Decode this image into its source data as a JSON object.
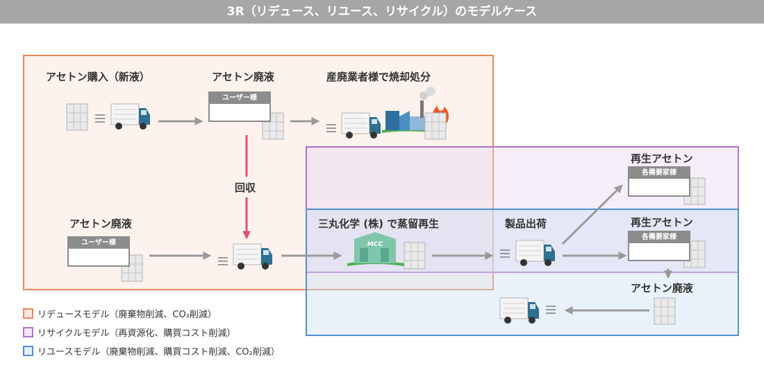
{
  "title": "3R（リデュース、リユース、リサイクル）のモデルケース",
  "labels": {
    "buy": "アセトン購入（新液）",
    "waste_top": "アセトン廃液",
    "incinerate": "産廃業者様で焼却処分",
    "collect": "回収",
    "waste_left": "アセトン廃液",
    "mcc": "三丸化学 (株) で蒸留再生",
    "ship": "製品出荷",
    "regen_top": "再生アセトン",
    "regen_mid": "再生アセトン",
    "waste_right": "アセトン廃液",
    "factory_sign": "MCC"
  },
  "tags": {
    "user_top": "ユーザー様",
    "user_left": "ユーザー様",
    "dealer_top": "各需要家様",
    "dealer_mid": "各需要家様"
  },
  "legend": [
    {
      "text": "リデュースモデル（廃棄物削減、CO₂削減）",
      "color": "#e8865a"
    },
    {
      "text": "リサイクルモデル（再資源化、購買コスト削減）",
      "color": "#b070cc"
    },
    {
      "text": "リユースモデル（廃棄物削減、購買コスト削減、CO₂削減）",
      "color": "#4f8fd0"
    }
  ],
  "colors": {
    "arrow": "#9a9a9a",
    "collect_arrow": "#e0506e",
    "header": "#a6a6a6"
  }
}
